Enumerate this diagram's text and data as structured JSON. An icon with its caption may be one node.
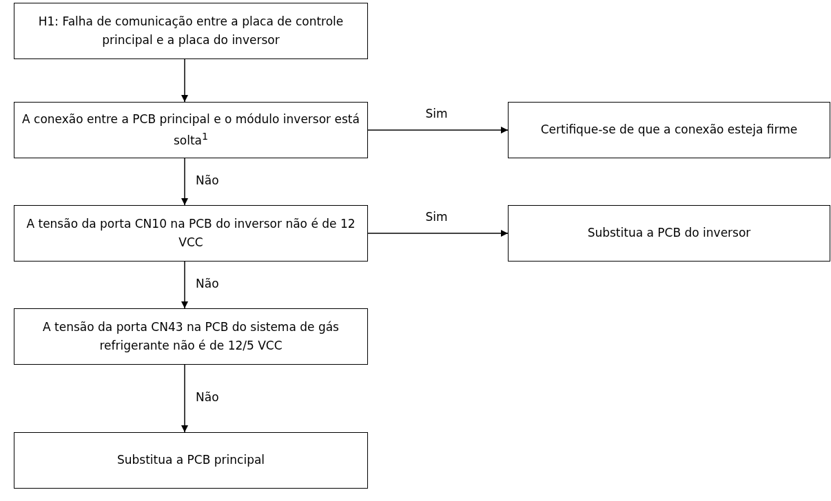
{
  "diagram": {
    "nodes": [
      {
        "text": [
          "H1: Falha de comunicação entre a placa de controle principal e a placa do inversor"
        ]
      },
      {
        "text": [
          "A conexão entre a PCB principal e o módulo inversor está solta$^{1}$"
        ]
      },
      {
        "text": [
          "Certifique-se de que a conexão esteja firme"
        ]
      },
      {
        "text": [
          "A tensão da porta CN10 na PCB do inversor não é de 12 VCC"
        ]
      },
      {
        "text": [
          "Substitua a PCB do inversor"
        ]
      },
      {
        "text": [
          "A tensão da porta CN43 na PCB do sistema de gás refrigerante não é de 12/5 VCC"
        ]
      },
      {
        "text": [
          "Substitua a PCB principal"
        ]
      }
    ],
    "edges": [
      {
        "from": 0,
        "to": 1,
        "arrow": "to"
      },
      {
        "from": 1,
        "to": 2,
        "arrow": "to",
        "label": "Sim"
      },
      {
        "from": 1,
        "to": 3,
        "arrow": "to",
        "label": "Não"
      },
      {
        "from": 3,
        "to": 4,
        "arrow": "to",
        "label": "Sim"
      },
      {
        "from": 3,
        "to": 5,
        "arrow": "to",
        "label": "Não"
      },
      {
        "from": 5,
        "to": 6,
        "arrow": "to",
        "label": "Não"
      }
    ]
  }
}
